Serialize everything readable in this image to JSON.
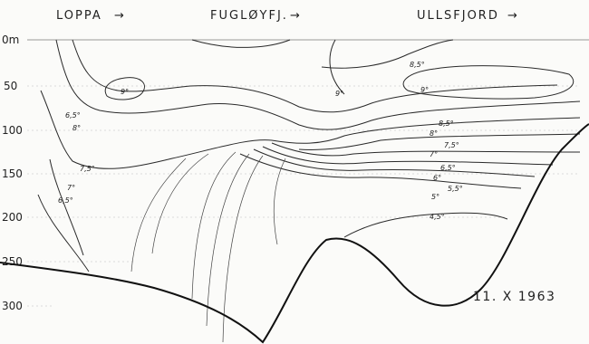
{
  "header": {
    "stations": [
      {
        "label": "LOPPA",
        "arrow": "→"
      },
      {
        "label": "FUGLØYFJ.",
        "arrow": "→"
      },
      {
        "label": "ULLSFJORD",
        "arrow": "→"
      }
    ]
  },
  "depth_axis": {
    "ticks": [
      "0m",
      "50",
      "100",
      "150",
      "200",
      "250",
      "300"
    ]
  },
  "isotherm_labels": [
    "9°",
    "9°",
    "9°",
    "8,5°",
    "6,5°",
    "8°",
    "8,5°",
    "8°",
    "7,5°",
    "7°",
    "7,5°",
    "7°",
    "6,5°",
    "6,5°",
    "6°",
    "5,5°",
    "5°",
    "4,5°"
  ],
  "date_label": "11. X  1963"
}
